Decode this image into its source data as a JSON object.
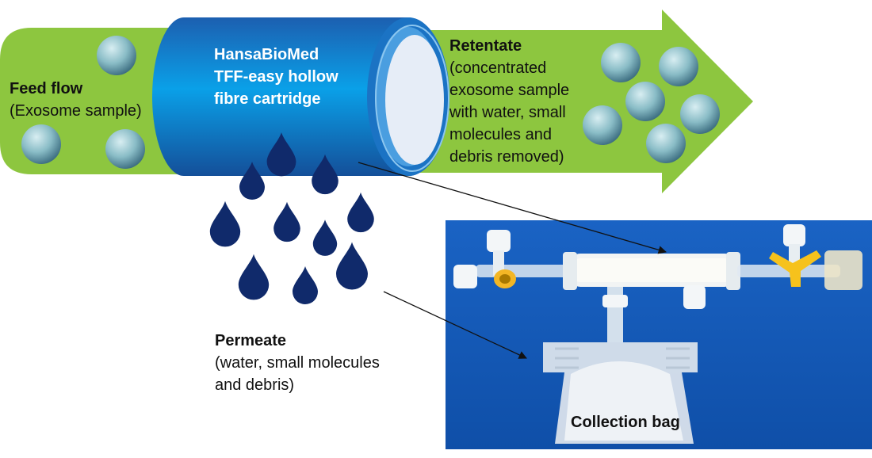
{
  "feed": {
    "title": "Feed flow",
    "sub": "(Exosome sample)"
  },
  "cartridge": {
    "line1": "HansaBioMed",
    "line2": "TFF-easy hollow",
    "line3": "fibre cartridge"
  },
  "retentate": {
    "title": "Retentate",
    "lines": [
      "(concentrated",
      "exosome sample",
      "with water, small",
      "molecules and",
      "debris removed)"
    ]
  },
  "permeate": {
    "title": "Permeate",
    "lines": [
      "(water, small molecules",
      "and debris)"
    ]
  },
  "photo": {
    "caption": "Collection bag"
  },
  "colors": {
    "arrow_green": "#8dc63f",
    "cartridge_blue": "#1e88d8",
    "drop_navy": "#102a6b",
    "photo_blue": "#1565c8"
  }
}
